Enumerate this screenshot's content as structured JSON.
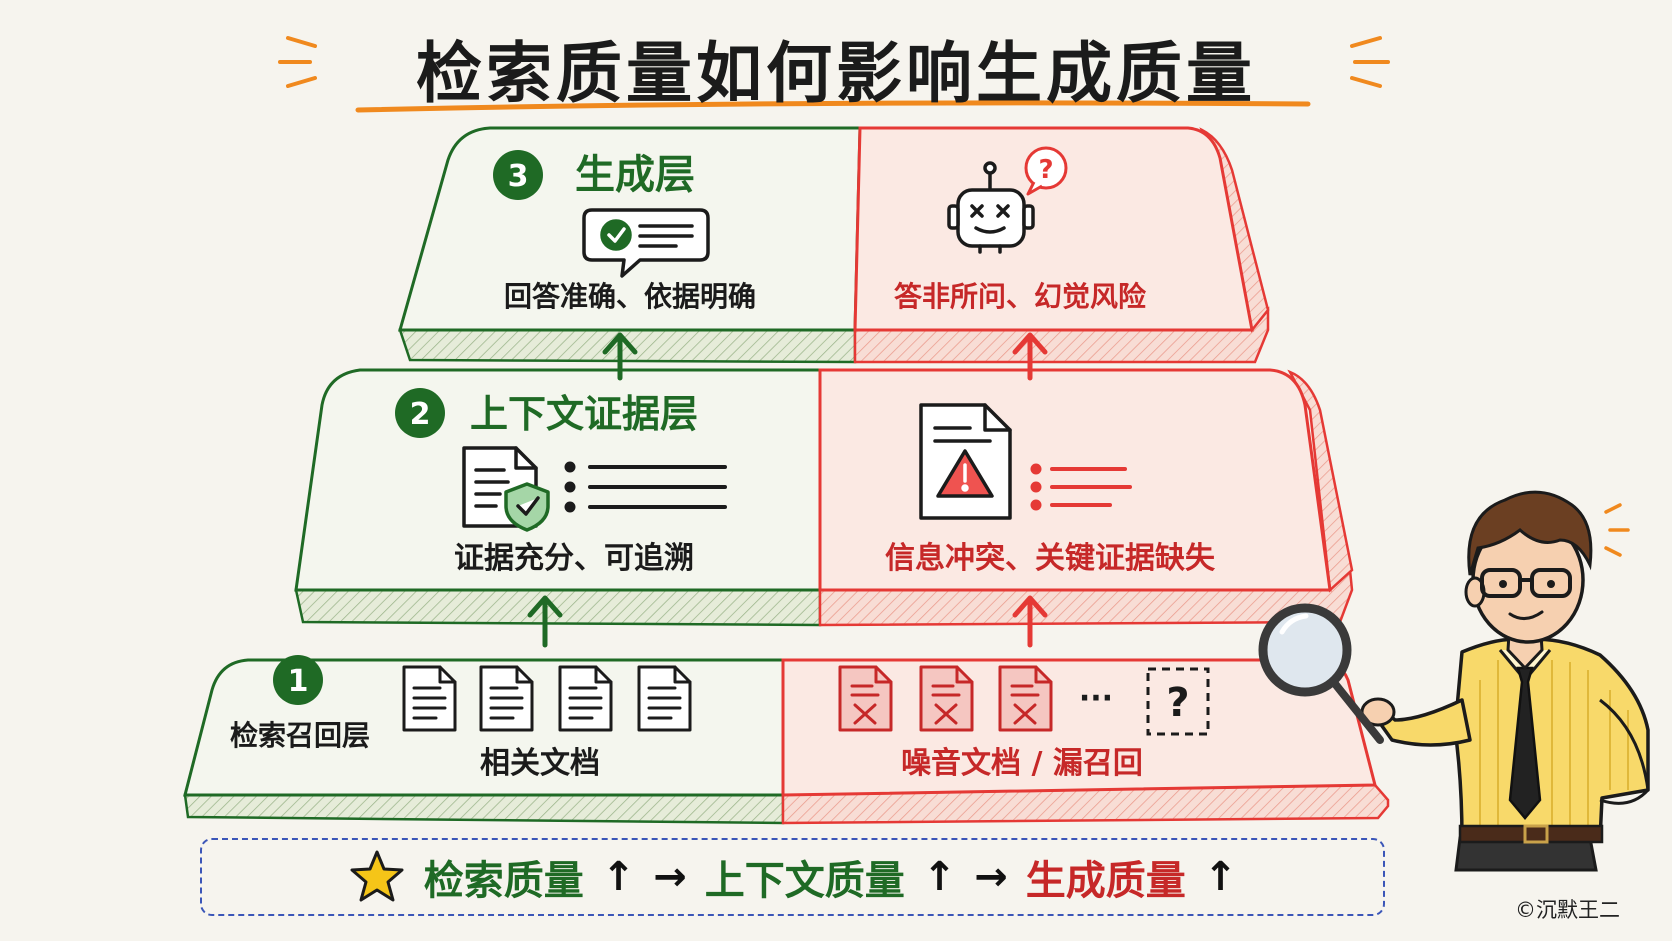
{
  "title": "检索质量如何影响生成质量",
  "layers": {
    "generation": {
      "number": "3",
      "name": "生成层",
      "good_text": "回答准确、依据明确",
      "bad_text": "答非所问、幻觉风险",
      "good_icon": "chat-check-icon",
      "bad_icon": "confused-robot-icon"
    },
    "context": {
      "number": "2",
      "name": "上下文证据层",
      "good_text": "证据充分、可追溯",
      "bad_text": "信息冲突、关键证据缺失",
      "good_icon": "document-shield-icon",
      "bad_icon": "document-warning-icon"
    },
    "retrieval": {
      "number": "1",
      "name": "检索召回层",
      "good_text": "相关文档",
      "bad_text": "噪音文档 / 漏召回",
      "ellipsis": "···",
      "missing_mark": "?"
    }
  },
  "summary": {
    "retrieval": "检索质量",
    "context": "上下文质量",
    "generation": "生成质量",
    "up": "↑",
    "arrow": "→"
  },
  "credit": "©沉默王二",
  "colors": {
    "good": "#1f6a25",
    "bad": "#e53935",
    "bad_text": "#c62828",
    "good_fill": "#f4f6ee",
    "bad_fill": "#fbe9e3",
    "accent": "#f0891e",
    "dashed": "#3b56b8"
  }
}
